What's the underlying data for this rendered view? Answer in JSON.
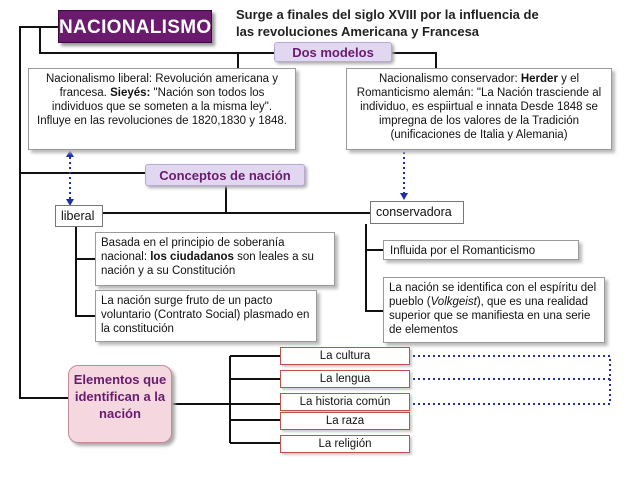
{
  "title": "NACIONALISMO",
  "subtitle_line1": "Surge a finales del siglo XVIII por la influencia de",
  "subtitle_line2": "las revoluciones Americana y Francesa",
  "dos_modelos": "Dos modelos",
  "liberal_model": {
    "part1": "Nacionalismo liberal: Revolución americana y francesa. ",
    "bold": "Sieyés:",
    "part2": " \"Nación son todos los individuos que se someten a la misma ley\". Influye en las revoluciones de 1820,1830 y 1848."
  },
  "conservative_model": {
    "part1": "Nacionalismo conservador: ",
    "bold": "Herder",
    "part2": " y el Romanticismo alemán: \"La Nación trasciende al individuo, es espiirtual e innata Desde 1848 se impregna de los valores de la Tradición (unificaciones de Italia y Alemania)"
  },
  "conceptos": "Conceptos de nación",
  "liberal_label": "liberal",
  "conservadora_label": "conservadora",
  "liberal_box1": {
    "part1": "Basada en el principio de soberanía nacional: ",
    "bold": "los ciudadanos",
    "part2": " son leales a su nación y a su Constitución"
  },
  "liberal_box2": "La nación surge fruto de un pacto voluntario (Contrato Social) plasmado en la constitución",
  "conservadora_box1": "Influida por el Romanticismo",
  "conservadora_box2": {
    "part1": "La nación se identifica con el espíritu del pueblo (",
    "italic": "Volkgeist",
    "part2": "), que es una realidad superior que se manifiesta en una serie de elementos"
  },
  "elementos": "Elementos que identifican a la nación",
  "items": [
    "La cultura",
    "La lengua",
    "La historia común",
    "La raza",
    "La religión"
  ],
  "colors": {
    "title_bg": "#6a1b6e",
    "pill_bg": "#e2d7f1",
    "elem_bg": "#f4d7df",
    "dotted": "#1f2fa8",
    "item_border": "#c0504d"
  }
}
